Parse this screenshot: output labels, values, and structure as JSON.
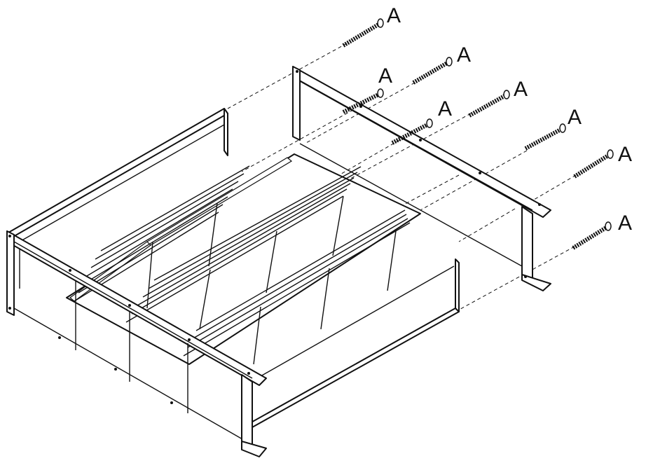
{
  "diagram": {
    "type": "assembly-illustration",
    "line_color": "#111111",
    "background": "#ffffff",
    "callouts": [
      {
        "label": "A"
      },
      {
        "label": "A"
      },
      {
        "label": "A"
      },
      {
        "label": "A"
      },
      {
        "label": "A"
      },
      {
        "label": "A"
      },
      {
        "label": "A"
      },
      {
        "label": "A"
      }
    ]
  }
}
